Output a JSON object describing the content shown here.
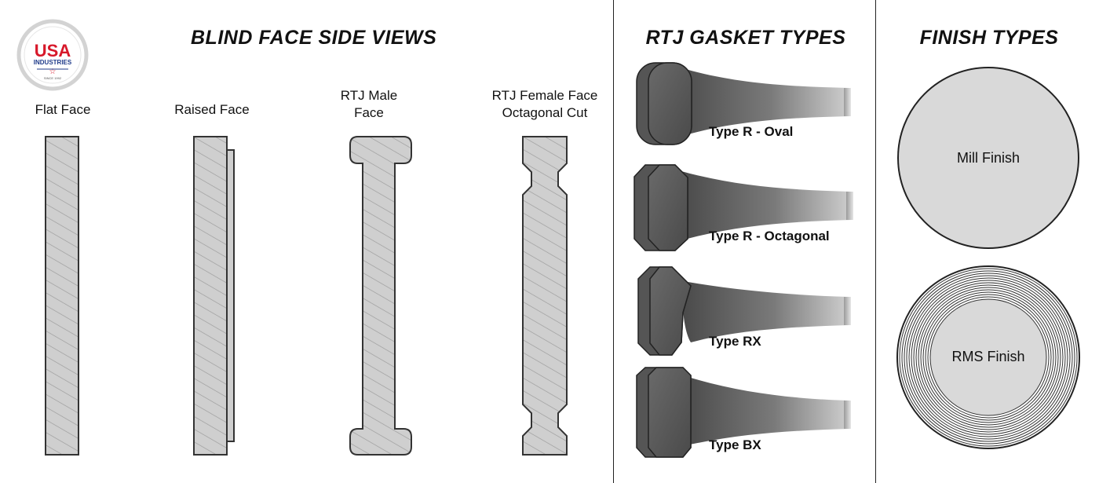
{
  "logo": {
    "main": "USA",
    "sub": "INDUSTRIES",
    "tagline": "SINCE 1992",
    "colors": {
      "red": "#d7182a",
      "blue": "#1f3b8a",
      "ring": "#d3d3d3"
    }
  },
  "sections": {
    "blind_face": {
      "title": "BLIND FACE SIDE VIEWS",
      "views": [
        {
          "label": "Flat Face"
        },
        {
          "label": "Raised Face"
        },
        {
          "label_line1": "RTJ Male",
          "label_line2": "Face"
        },
        {
          "label_line1": "RTJ Female Face",
          "label_line2": "Octagonal Cut"
        }
      ]
    },
    "rtj_gasket": {
      "title": "RTJ GASKET TYPES",
      "types": [
        {
          "label": "Type R - Oval",
          "head_shape": "oval"
        },
        {
          "label": "Type R - Octagonal",
          "head_shape": "octagonal"
        },
        {
          "label": "Type RX",
          "head_shape": "rx"
        },
        {
          "label": "Type BX",
          "head_shape": "bx"
        }
      ]
    },
    "finish": {
      "title": "FINISH TYPES",
      "types": [
        {
          "label": "Mill Finish",
          "pattern": "solid"
        },
        {
          "label": "RMS Finish",
          "pattern": "concentric-grooves"
        }
      ]
    }
  },
  "colors": {
    "part_fill": "#cfcfcf",
    "hatch": "#9a9a9a",
    "outline": "#333333",
    "gasket_dark": "#505050",
    "gasket_light": "#cfcfcf",
    "finish_fill": "#d9d9d9"
  }
}
